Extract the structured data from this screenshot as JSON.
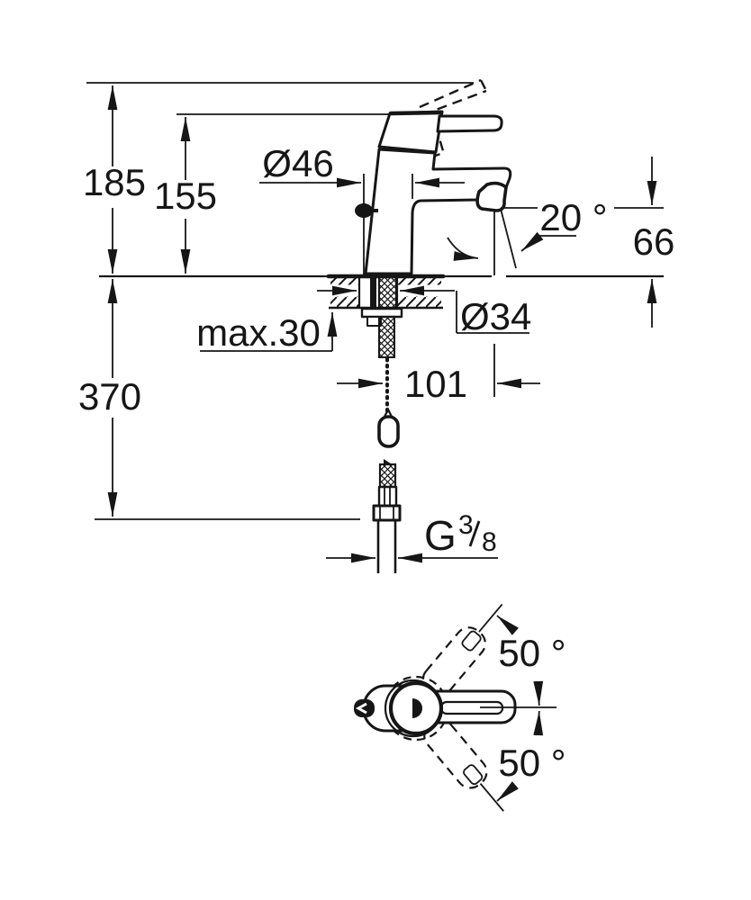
{
  "drawing": {
    "title": "basin mixer faucet dimensional drawing",
    "line_color": "#161616",
    "background_color": "#ffffff"
  },
  "labels": {
    "overall_height": "185",
    "lever_height": "155",
    "body_diameter": "Ø46",
    "spout_angle": "20 °",
    "outlet_height": "66",
    "mounting_hole_diameter": "Ø34",
    "max_counter_thickness": "max.30",
    "install_depth": "370",
    "spout_reach": "101",
    "thread": {
      "g": "G",
      "numerator": "3",
      "denominator": "8"
    },
    "swivel_up": "50 °",
    "swivel_down": "50 °"
  }
}
